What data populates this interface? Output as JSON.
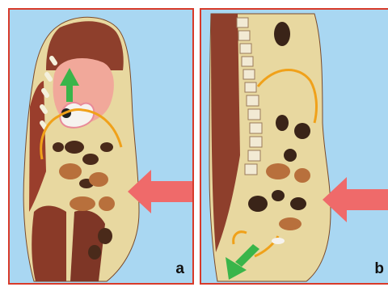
{
  "panels": [
    {
      "label": "a",
      "view": "oblique-sagittal",
      "arrow_colors": {
        "incoming": "#ef6a6a",
        "outgoing": "#3ab54a"
      }
    },
    {
      "label": "b",
      "view": "sagittal",
      "arrow_colors": {
        "incoming": "#ef6a6a",
        "outgoing": "#3ab54a"
      }
    }
  ],
  "colors": {
    "background": "#a9d7f2",
    "frame": "#d83a2a",
    "outline": "#f0a11a"
  }
}
